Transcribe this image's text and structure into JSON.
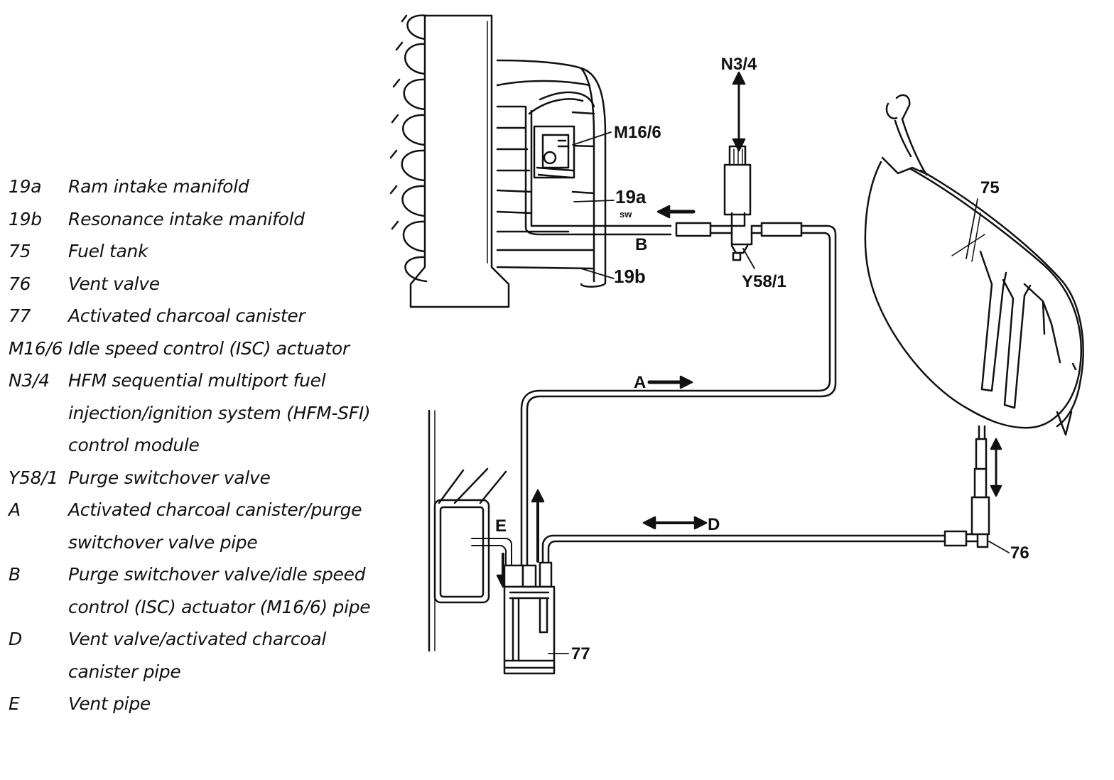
{
  "legend": [
    {
      "code": "19a",
      "text": "Ram intake manifold"
    },
    {
      "code": "19b",
      "text": "Resonance intake manifold"
    },
    {
      "code": "75",
      "text": "Fuel tank"
    },
    {
      "code": "76",
      "text": "Vent valve"
    },
    {
      "code": "77",
      "text": "Activated charcoal canister"
    },
    {
      "code": "M16/6",
      "text": "Idle speed control (ISC) actuator"
    },
    {
      "code": "N3/4",
      "text": "HFM sequential multiport fuel"
    },
    {
      "code": "",
      "text": "injection/ignition system (HFM-SFI)"
    },
    {
      "code": "",
      "text": "control module"
    },
    {
      "code": "Y58/1",
      "text": "Purge switchover valve"
    },
    {
      "code": "A",
      "text": "Activated charcoal canister/purge"
    },
    {
      "code": "",
      "text": "switchover valve pipe"
    },
    {
      "code": "B",
      "text": "Purge switchover valve/idle speed"
    },
    {
      "code": "",
      "text": "control (ISC) actuator (M16/6) pipe"
    },
    {
      "code": "D",
      "text": "Vent valve/activated charcoal"
    },
    {
      "code": "",
      "text": "canister pipe"
    },
    {
      "code": "E",
      "text": "Vent pipe"
    }
  ],
  "labels": {
    "n34": "N3/4",
    "m166": "M16/6",
    "l19a": "19a",
    "sw": "sw",
    "b": "B",
    "l19b": "19b",
    "y581": "Y58/1",
    "a": "A",
    "l75": "75",
    "e": "E",
    "d": "D",
    "l76": "76",
    "l77": "77"
  }
}
